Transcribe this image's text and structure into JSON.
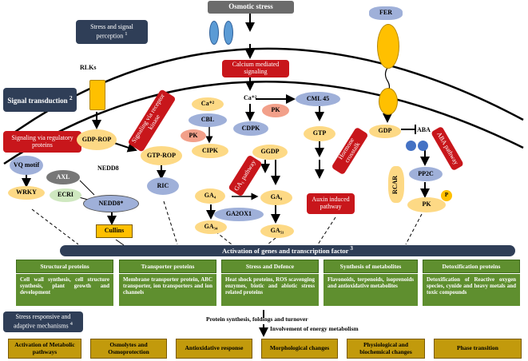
{
  "osmotic_stress": "Osmotic stress",
  "fer": "FER",
  "stress_signal": "Stress and signal perception",
  "stress_signal_sup": "1",
  "signal_transduction": "Signal transduction",
  "signal_transduction_sup": "2",
  "signaling_regulatory": "Signaling via regulatory proteins",
  "rlks": "RLKs",
  "calcium": "Calcium mediated signaling",
  "ca2_top": "Ca⁺²",
  "ca2_left": "Ca⁺²",
  "pk_mid": "PK",
  "cml45": "CML 45",
  "gtp": "GTP",
  "cdpk": "CDPK",
  "cbl": "CBL",
  "pk_left": "PK",
  "cipk": "CIPK",
  "gdp_rop": "GDP-ROP",
  "signaling_receptor": "Signaling via receptor kinase",
  "gtp_rop": "GTP-ROP",
  "ric": "RIC",
  "vq_motif": "VQ motif",
  "axl": "AXL",
  "ecr1": "ECRI",
  "nedd8_top": "NEDD8",
  "nedd8": "NEDD8*",
  "wrky": "WRKY",
  "cullins": "Cullins",
  "ggdp": "GGDP",
  "ga1_pathway": "GA₁ pathway",
  "ga4": "GA₄",
  "ga9": "GA₉",
  "ga2ox1": "GA2OX1",
  "ga34": "GA₃₄",
  "ga51": "GA₅₁",
  "hormone_crosstalk": "Hormone crosstalk",
  "auxin": "Auxin induced pathway",
  "gdp_right": "GDP",
  "aba": "ABA",
  "aba_pathway": "ABA pathway",
  "rcar": "RCAR",
  "pp2c": "PP2C",
  "pk_right": "PK",
  "p": "P",
  "activation": "Activation of genes and transcription factor",
  "activation_sup": "3",
  "categories": [
    {
      "title": "Structural proteins",
      "desc": "Cell wall synthesis, cell structure synthesis, plant growth and development"
    },
    {
      "title": "Transporter proteins",
      "desc": "Membrane transporter protein, ABC transporter, ion transporters and ion channels"
    },
    {
      "title": "Stress and Defence",
      "desc": "Heat shock proteins, ROS scavenging enzymes, biotic and abiotic stress related proteins"
    },
    {
      "title": "Synthesis of metabolites",
      "desc": "Flavonoids, terpenoids, isoprenoids and antioxidative metabolites"
    },
    {
      "title": "Detoxification proteins",
      "desc": "Detoxification of Reactive oxygen species, cynide and heavy metals and toxic compounds"
    }
  ],
  "adaptive": "Stress responsive and adaptive mechanisms",
  "adaptive_sup": "4",
  "protein_synthesis": "Protein synthesis, foldings and turnover",
  "energy": "Involvement of energy metabolism",
  "outcomes": [
    "Activation of Metabolic pathways",
    "Osmolytes and Osmoprotection",
    "Antioxidative response",
    "Morphological changes",
    "Physiological and biochemical changes",
    "Phase transition"
  ],
  "colors": {
    "navy": "#2f3e57",
    "red": "#c8161b",
    "green": "#5f8f2f",
    "gold": "#c29a0c",
    "yellow": "#fdd985",
    "blue": "#9fb0d9"
  }
}
